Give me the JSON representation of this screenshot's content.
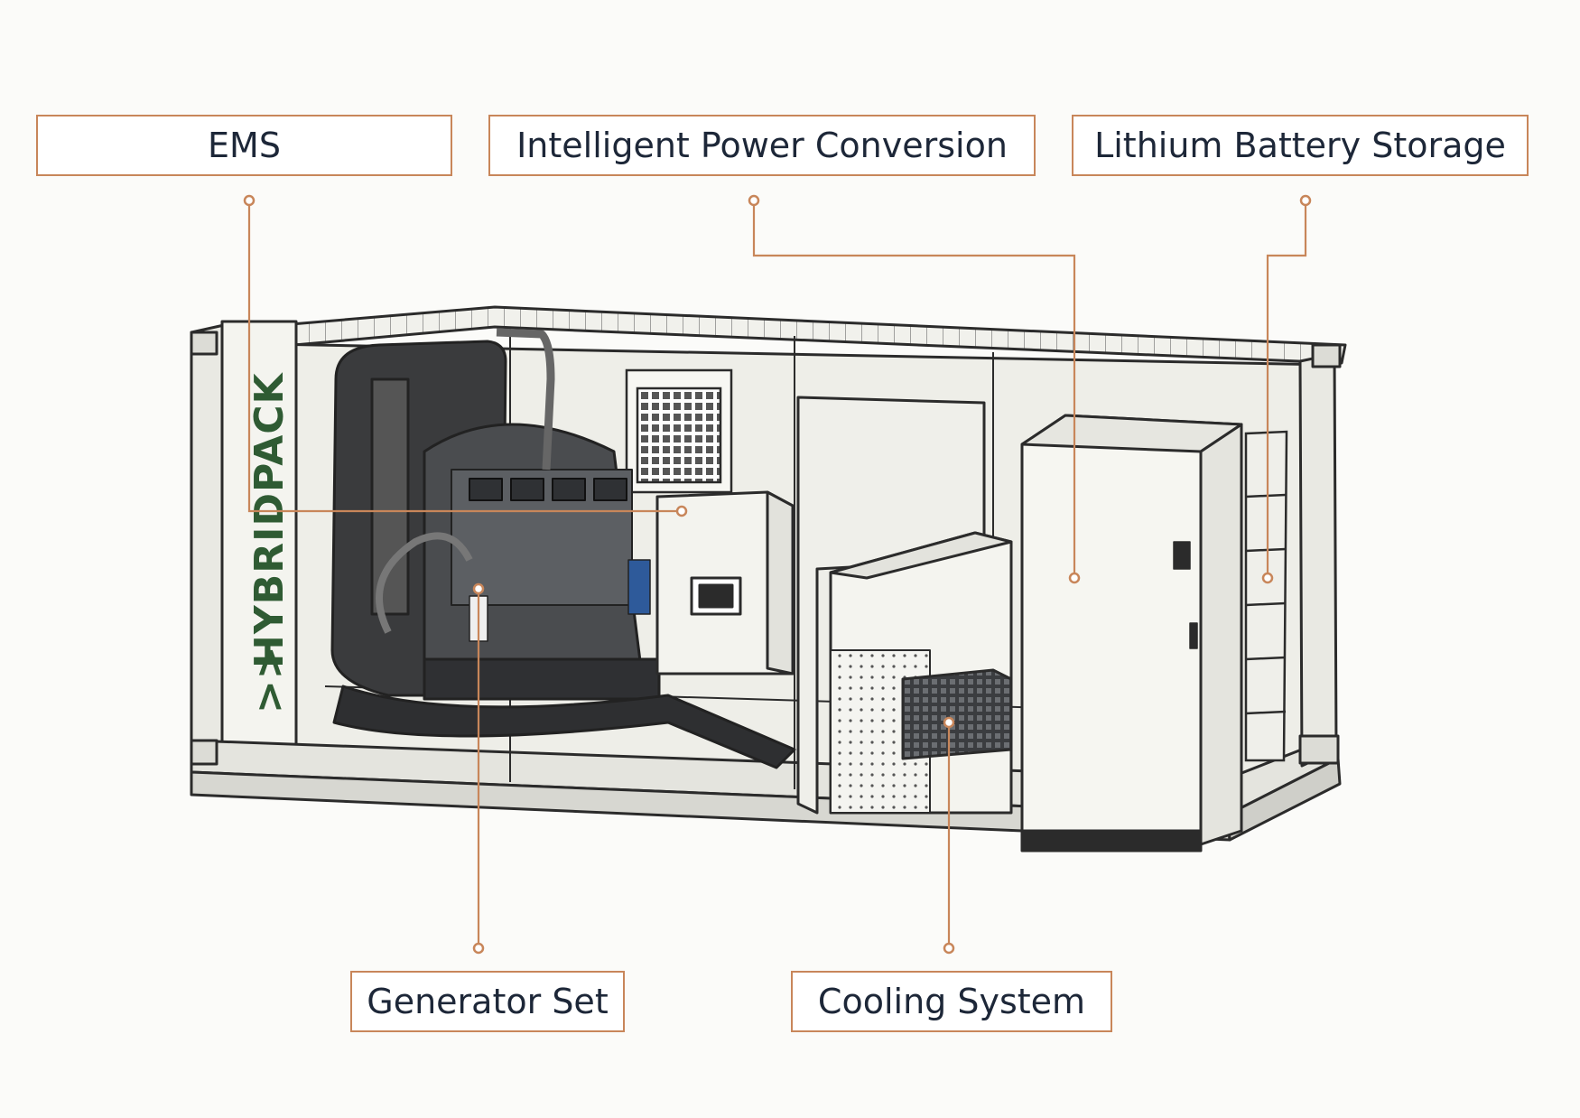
{
  "labels": {
    "ems": "EMS",
    "power_conversion": "Intelligent Power Conversion",
    "battery_storage": "Lithium Battery Storage",
    "generator_set": "Generator Set",
    "cooling_system": "Cooling System"
  },
  "container": {
    "brand_text": "HYBRIDPACK",
    "brand_chevrons": ">>"
  },
  "colors": {
    "callout": "#c8865a",
    "brand_green": "#2f5b33",
    "outline": "#2b2b2b",
    "engine_dark": "#3a3b3d"
  }
}
